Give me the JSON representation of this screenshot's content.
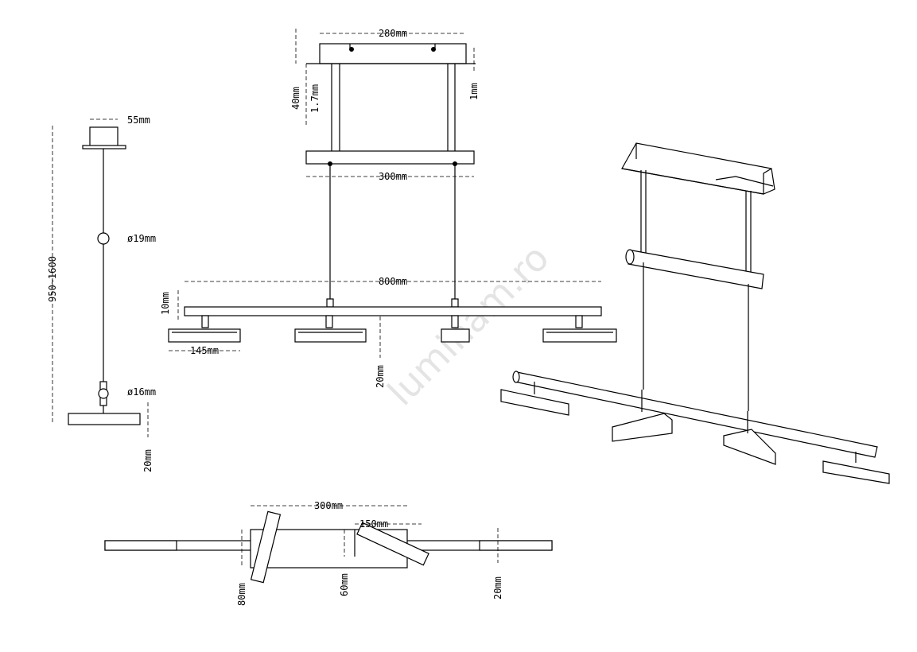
{
  "watermark": "luminam.ro",
  "front_view": {
    "canopy_width": "280mm",
    "canopy_height": "40mm",
    "rod_diameter": "1.7mm",
    "plate_thickness": "1mm",
    "bracket_width": "300mm",
    "bar_length": "800mm",
    "bar_height": "10mm",
    "head_length": "145mm",
    "head_height": "20mm"
  },
  "side_view": {
    "canopy_width": "55mm",
    "total_height": "950~1600",
    "upper_ball": "ø19mm",
    "lower_ball": "ø16mm",
    "head_height": "20mm"
  },
  "top_view": {
    "canopy_length": "300mm",
    "offset": "150mm",
    "width_outer": "80mm",
    "width_inner": "60mm",
    "head_width": "20mm"
  }
}
